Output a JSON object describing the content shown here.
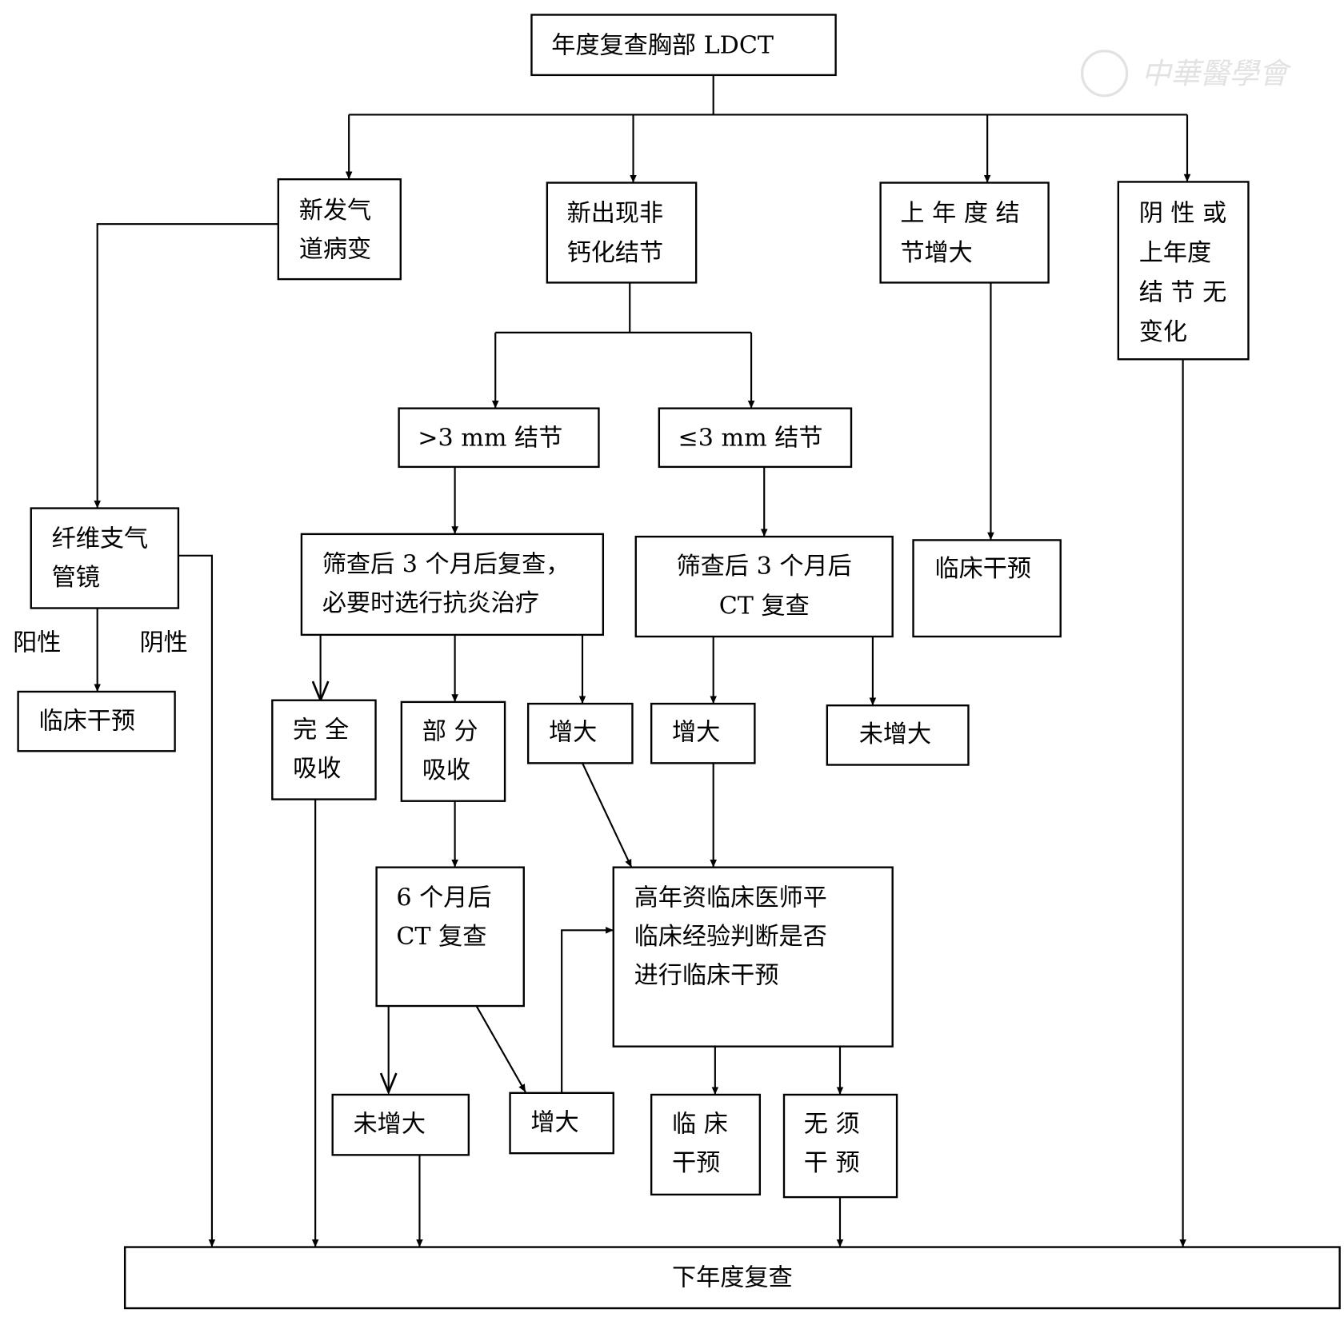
{
  "watermark": "中華醫學會",
  "nodes": {
    "start": [
      "年度复查胸部 LDCT"
    ],
    "airway": [
      "新发气",
      "道病变"
    ],
    "new_nodule": [
      "新出现非",
      "钙化结节"
    ],
    "grown": [
      "上 年 度 结",
      "节增大"
    ],
    "negative": [
      "阴 性 或",
      "上年度",
      "结 节 无",
      "变化"
    ],
    "gt3": [
      ">3 mm 结节"
    ],
    "le3": [
      "≤3 mm 结节"
    ],
    "recheck_gt3": [
      "筛查后 3 个月后复查，",
      "必要时选行抗炎治疗"
    ],
    "recheck_le3": [
      "筛查后 3 个月后",
      "CT 复查"
    ],
    "clinical_grown": [
      "临床干预"
    ],
    "bronchoscopy": [
      "纤维支气",
      "管镜"
    ],
    "positive_label": [
      "阳性"
    ],
    "negative_label": [
      "阴性"
    ],
    "clinical_bronch": [
      "临床干预"
    ],
    "full_absorb": [
      "完 全",
      "吸收"
    ],
    "partial_absorb": [
      "部 分",
      "吸收"
    ],
    "enlarged_a": [
      "增大"
    ],
    "enlarged_b": [
      "增大"
    ],
    "not_enlarged_a": [
      "未增大"
    ],
    "six_month": [
      "6 个月后",
      "CT 复查"
    ],
    "senior": [
      "高年资临床医师平",
      "临床经验判断是否",
      "进行临床干预"
    ],
    "not_enlarged_b": [
      "未增大"
    ],
    "enlarged_c": [
      "增大"
    ],
    "clinical_final": [
      "临 床",
      "干预"
    ],
    "no_need": [
      "无 须",
      "干 预"
    ],
    "next_year": [
      "下年度复查"
    ]
  }
}
